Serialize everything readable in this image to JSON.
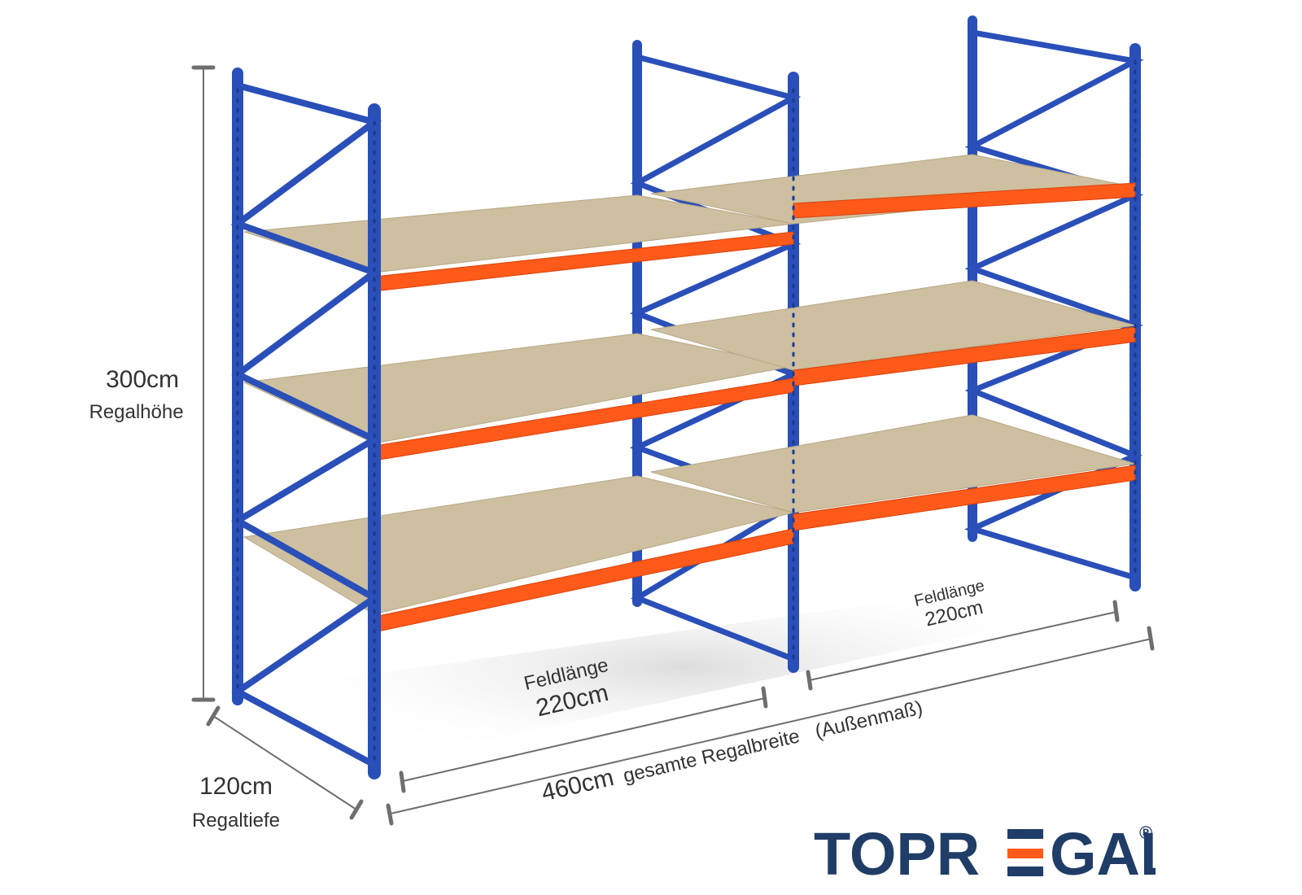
{
  "colors": {
    "upright": "#2a4fb8",
    "upright_dark": "#1c3a8f",
    "beam": "#ff5a1a",
    "beam_dark": "#d8420c",
    "board": "#cdbf9f",
    "board_edge": "#b8a887",
    "dim_line": "#6e6e6e",
    "logo": "#1f3d66"
  },
  "dimensions": {
    "height": {
      "value": "300cm",
      "label": "Regalhöhe"
    },
    "depth": {
      "value": "120cm",
      "label": "Regaltiefe"
    },
    "width_total": {
      "value": "460cm",
      "label": "gesamte Regalbreite",
      "note": "(Außenmaß)"
    },
    "bay_front": {
      "label": "Feldlänge",
      "value": "220cm"
    },
    "bay_back": {
      "label": "Feldlänge",
      "value": "220cm"
    }
  },
  "logo": {
    "text_left": "TOPR",
    "text_right": "GAL",
    "mark": "®"
  }
}
